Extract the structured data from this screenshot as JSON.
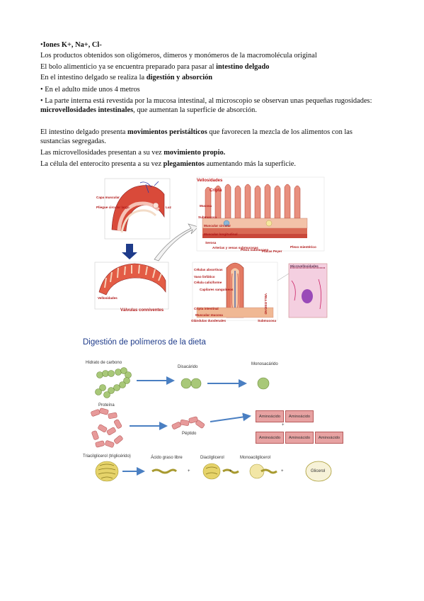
{
  "text": {
    "line1_bold": "Iones K+, Na+, Cl-",
    "line2": "Los productos obtenidos son oligómeros, dímeros y monómeros de la macromolécula original",
    "line3_pre": "El bolo alimenticio ya se encuentra preparado para pasar al ",
    "line3_bold": "intestino delgado",
    "line4_pre": "En el intestino delgado se realiza la ",
    "line4_bold": "digestión y absorción",
    "line5": "En el adulto mide unos 4 metros",
    "line6_pre": "La parte interna está revestida por la mucosa intestinal, al microscopio se observan unas pequeñas rugosidades: ",
    "line6_bold": "microvellosidades intestinales",
    "line6_post": ", que aumentan la superficie de absorción.",
    "line7_pre": "El intestino delgado presenta ",
    "line7_bold": "movimientos peristálticos",
    "line7_post": " que favorecen la mezcla de los alimentos con las sustancias segregadas.",
    "line8_pre": "Las microvellosidades presentan a su vez ",
    "line8_bold": "movimiento propio.",
    "line9_pre": "La célula del enterocito presenta a su vez ",
    "line9_bold": "plegamientos",
    "line9_post": " aumentando más la superficie."
  },
  "intestine_figure": {
    "labels": {
      "capa_muscular": "Capa muscular",
      "pliegue": "Pliegue circular largo",
      "luz": "Luz",
      "vellosidades_small": "Vellosidades",
      "valvulas": "Válvulas conniventes",
      "vellosidades": "Vellosidades",
      "cripta": "Cripta",
      "mucosa": "Mucosa",
      "submucosa": "Submucosa",
      "muscular_circular": "Muscular circular",
      "muscular_longitudinal": "Muscular longitudinal",
      "serosa": "Serosa",
      "arterias_venas": "Arterias y venas submucosas",
      "plexo_submucoso": "Plexo submucoso",
      "placas_peyer": "Placas Peyer",
      "plexo_mienterico": "Plexo mientérico",
      "celulas_absortivas": "Células absortivas",
      "vaso_linfatico": "Vaso linfático",
      "celula_caliciforme": "Célula caliciforme",
      "capilares": "Capilares sanguíneos",
      "cripta_intestinal": "Cripta intestinal",
      "muscular_mucosa": "Muscular mucosa",
      "glandulas_duodenales": "Glándulas duodenales",
      "submucosa2": "Submucosa",
      "vellosidad": "VELLOSIDAD",
      "microvellosidades": "Microvellosidades"
    }
  },
  "digestion": {
    "title": "Digestión de polímeros de la dieta",
    "hidrato": "Hidrato de carbono",
    "disacarido": "Disacárido",
    "monosacarido": "Monosacárido",
    "proteina": "Proteína",
    "peptido": "Péptido",
    "aminoacido": "Aminoácido",
    "triacilglicerol": "Triacilglicerol (triglicérido)",
    "acido_graso": "Ácido graso libre",
    "diacilglicerol": "Diacilglicerol",
    "monoacilglicerol": "Monoacilglicerol",
    "glicerol": "Glicerol",
    "plus": "+",
    "colors": {
      "arrow": "#4a7fc2",
      "sugar": "#a8c878",
      "protein": "#e79a9a",
      "fat": "#e6d36a"
    }
  }
}
